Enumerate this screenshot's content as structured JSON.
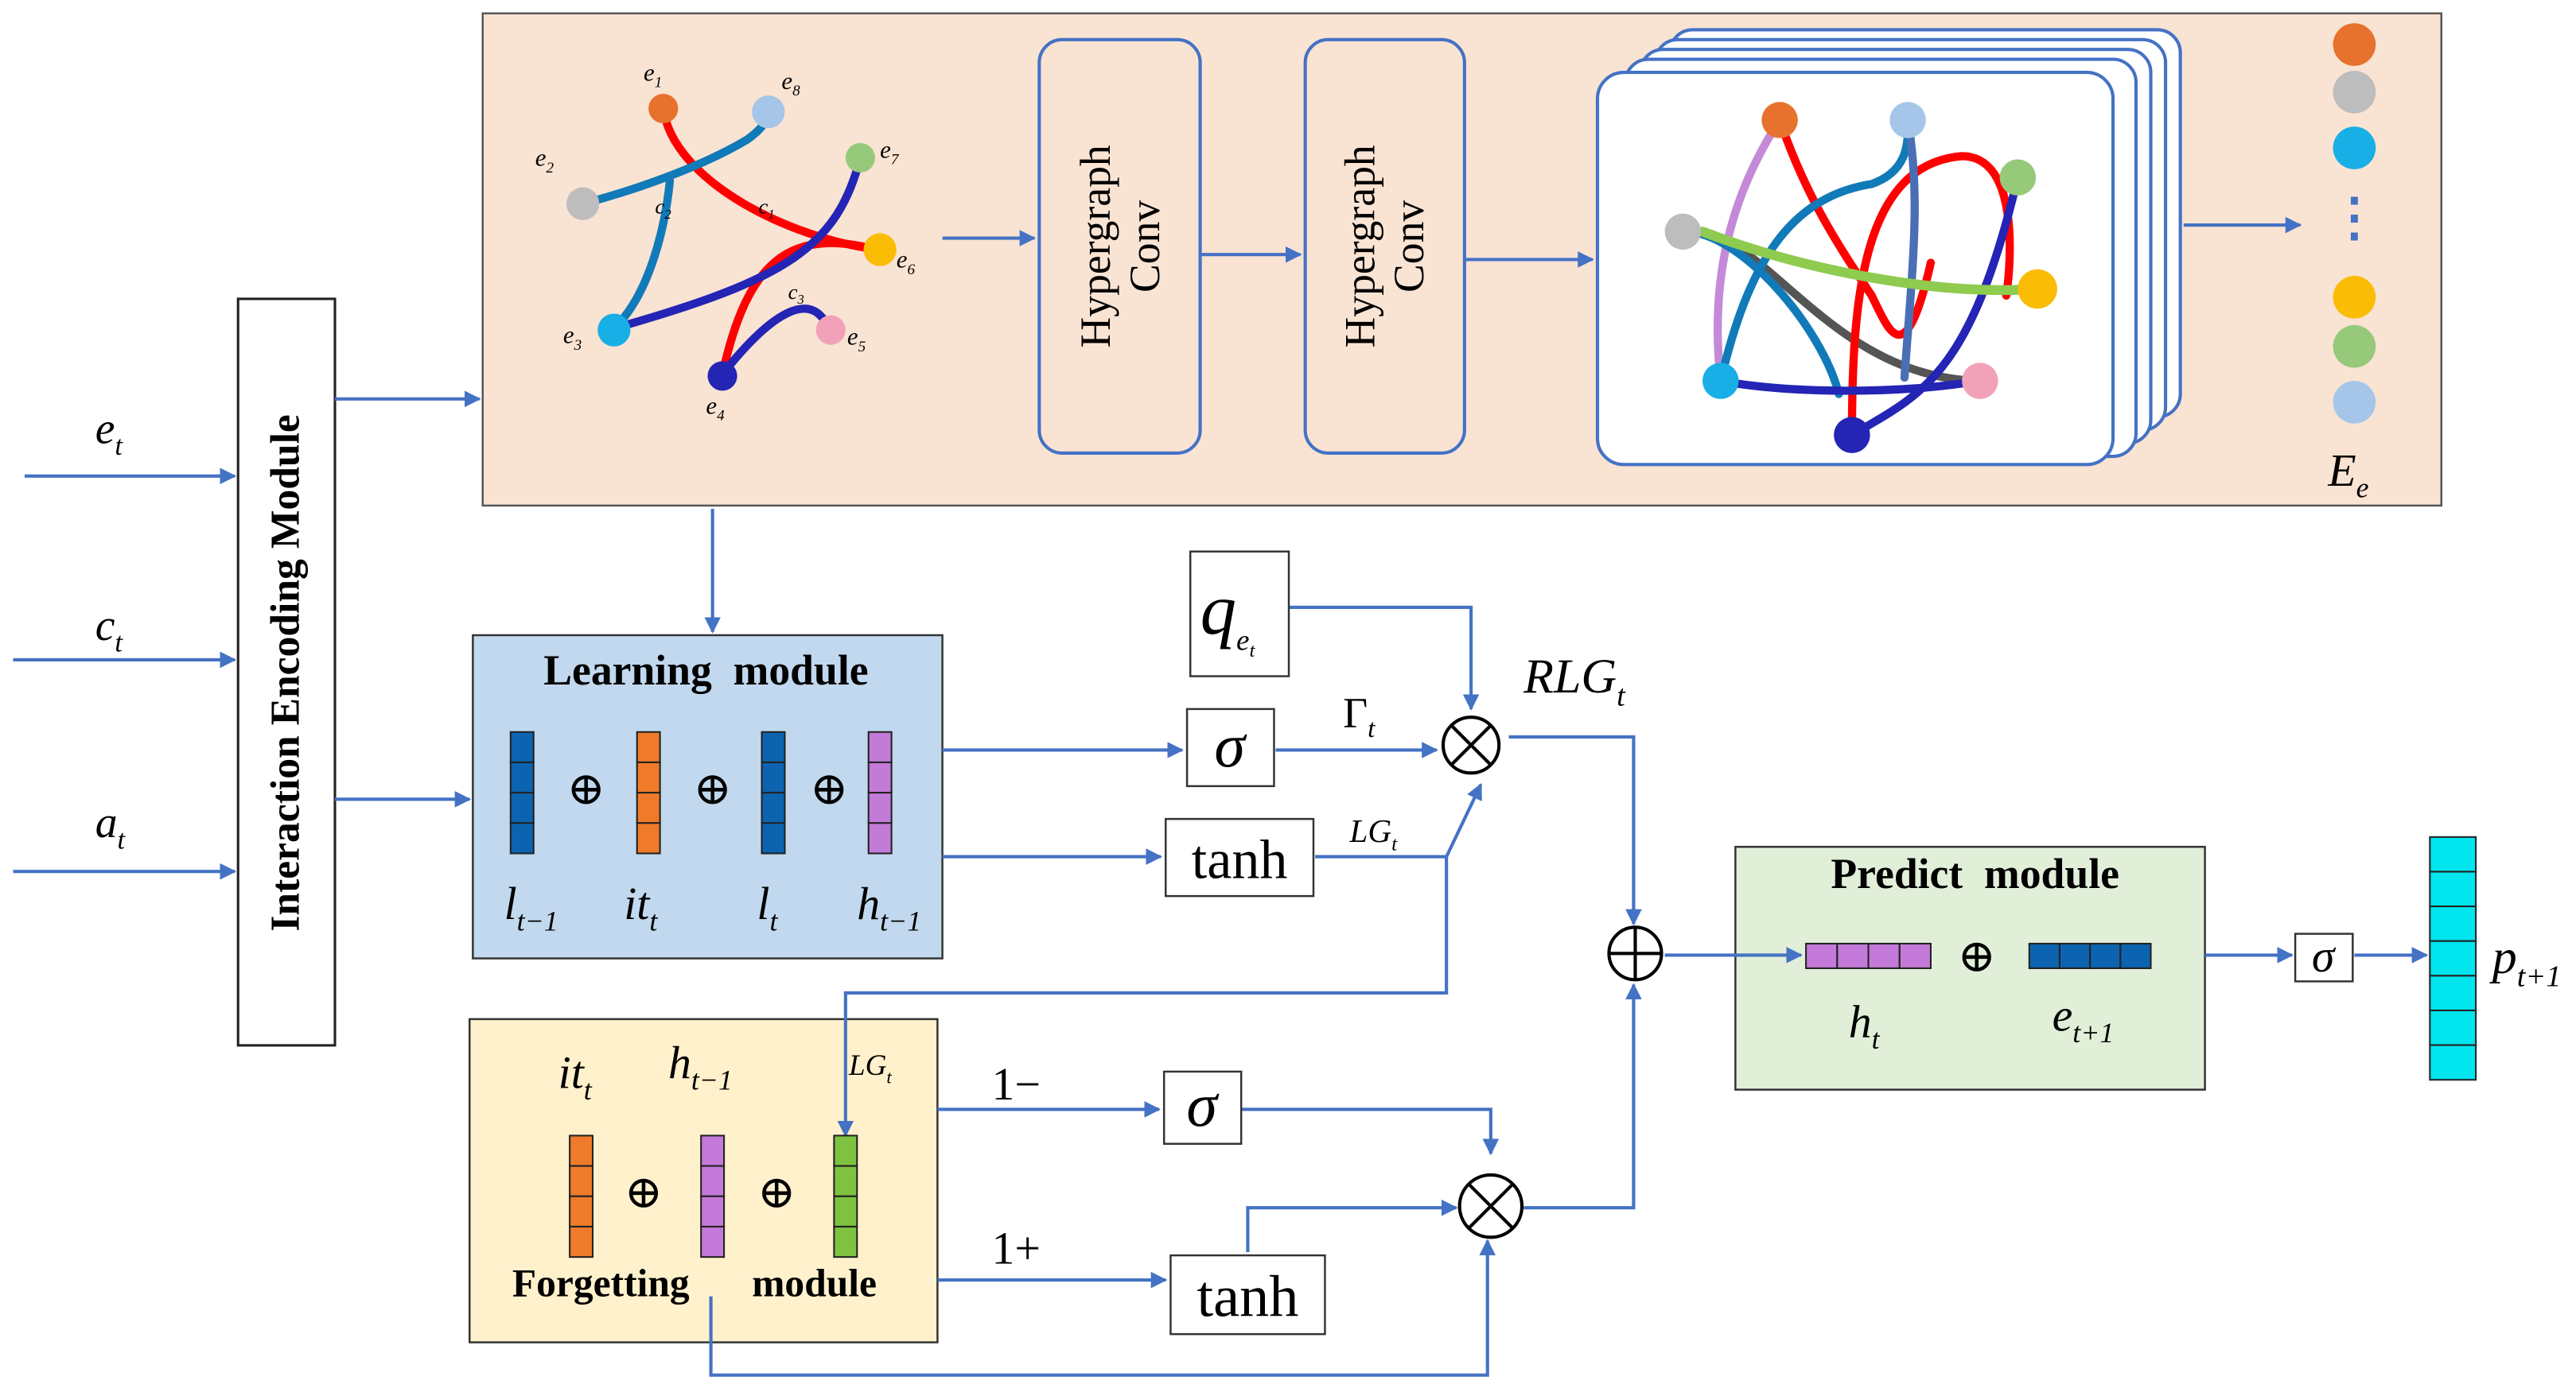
{
  "inputs": {
    "e": {
      "main": "e",
      "sub": "t"
    },
    "c": {
      "main": "c",
      "sub": "t"
    },
    "a": {
      "main": "a",
      "sub": "t"
    }
  },
  "interaction_module": {
    "label": "Interaction Encoding Module"
  },
  "hypergraph": {
    "node_labels": [
      {
        "main": "e",
        "sub": "1"
      },
      {
        "main": "e",
        "sub": "8"
      },
      {
        "main": "e",
        "sub": "2"
      },
      {
        "main": "e",
        "sub": "7"
      },
      {
        "main": "e",
        "sub": "6"
      },
      {
        "main": "e",
        "sub": "3"
      },
      {
        "main": "e",
        "sub": "5"
      },
      {
        "main": "e",
        "sub": "4"
      }
    ],
    "edge_labels": [
      {
        "main": "c",
        "sub": "1"
      },
      {
        "main": "c",
        "sub": "2"
      },
      {
        "main": "c",
        "sub": "3"
      }
    ],
    "conv1": {
      "line1": "Hypergraph",
      "line2": "Conv"
    },
    "conv2": {
      "line1": "Hypergraph",
      "line2": "Conv"
    },
    "embedding": {
      "main": "E",
      "sub": "e",
      "ellipsis": "⋮"
    },
    "node_colors": [
      "#e7722e",
      "#bdbdbd",
      "#18aee6",
      "#fbbc05",
      "#97c97a",
      "#a5c6e8"
    ]
  },
  "learning_module": {
    "title": "Learning  module",
    "vectors": [
      {
        "main": "l",
        "sub": "t−1",
        "color": "#0c64b0"
      },
      {
        "main": "it",
        "sub": "t",
        "color": "#ef7b2a"
      },
      {
        "main": "l",
        "sub": "t",
        "color": "#0c64b0"
      },
      {
        "main": "h",
        "sub": "t−1",
        "color": "#c47ad8"
      }
    ]
  },
  "forgetting_module": {
    "title_left": "Forgetting",
    "title_right": "module",
    "vectors": [
      {
        "main": "it",
        "sub": "t",
        "color": "#ef7b2a"
      },
      {
        "main": "h",
        "sub": "t−1",
        "color": "#c47ad8"
      },
      {
        "main": "LG",
        "sub": "t",
        "color": "#7fc241"
      }
    ]
  },
  "predict_module": {
    "title": "Predict  module",
    "vectors": [
      {
        "main": "h",
        "sub": "t",
        "color": "#c47ad8"
      },
      {
        "main": "e",
        "sub": "t+1",
        "color": "#0c64b0"
      }
    ]
  },
  "operators": {
    "concat": "⊕",
    "multiply": "⊗",
    "sigma": "σ",
    "tanh": "tanh",
    "one_minus": "1−",
    "one_plus": "1+"
  },
  "signals": {
    "q": {
      "main": "q",
      "sub": "e",
      "subsub": "t"
    },
    "gamma": {
      "main": "Γ",
      "sub": "t"
    },
    "rlg": {
      "main": "RLG",
      "sub": "t"
    },
    "lg": {
      "main": "LG",
      "sub": "t"
    },
    "output": {
      "main": "p",
      "sub": "t+1"
    }
  },
  "colors": {
    "arrow": "#4472c4",
    "hypergraph_bg": "#f9e3d3",
    "learning_bg": "#c1d8ee",
    "forgetting_bg": "#fff1cc",
    "predict_bg": "#e1efd9",
    "output_vector": "#00e5ee"
  }
}
